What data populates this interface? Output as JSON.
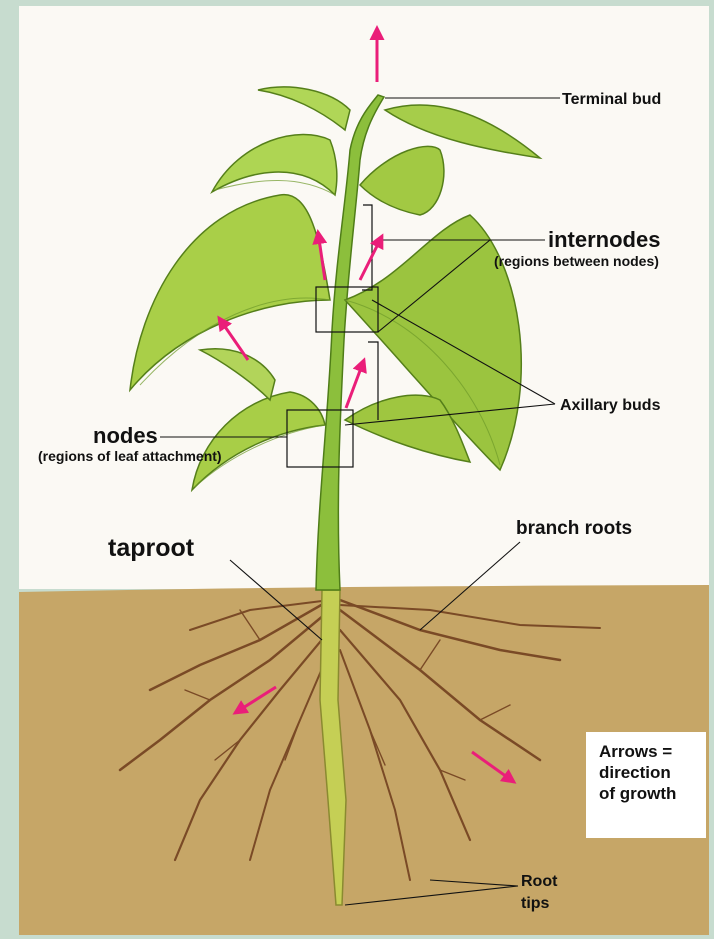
{
  "colors": {
    "frame": "#c7dccf",
    "sky": "#fbf9f4",
    "soil": "#c6a667",
    "leaf": "#a8cf4a",
    "leaf_dark": "#5e8a1e",
    "stem": "#8cbf3c",
    "root": "#7a4a26",
    "arrow": "#ea1e79"
  },
  "labels": {
    "terminal_bud": "Terminal bud",
    "internodes": "internodes",
    "internodes_note": "(regions between nodes)",
    "axillary_buds": "Axillary buds",
    "nodes": "nodes",
    "nodes_note": "(regions of leaf attachment)",
    "branch_roots": "branch roots",
    "taproot": "taproot",
    "root_tips_1": "Root",
    "root_tips_2": "tips"
  },
  "key": {
    "text": "Arrows =\ndirection\nof growth"
  }
}
